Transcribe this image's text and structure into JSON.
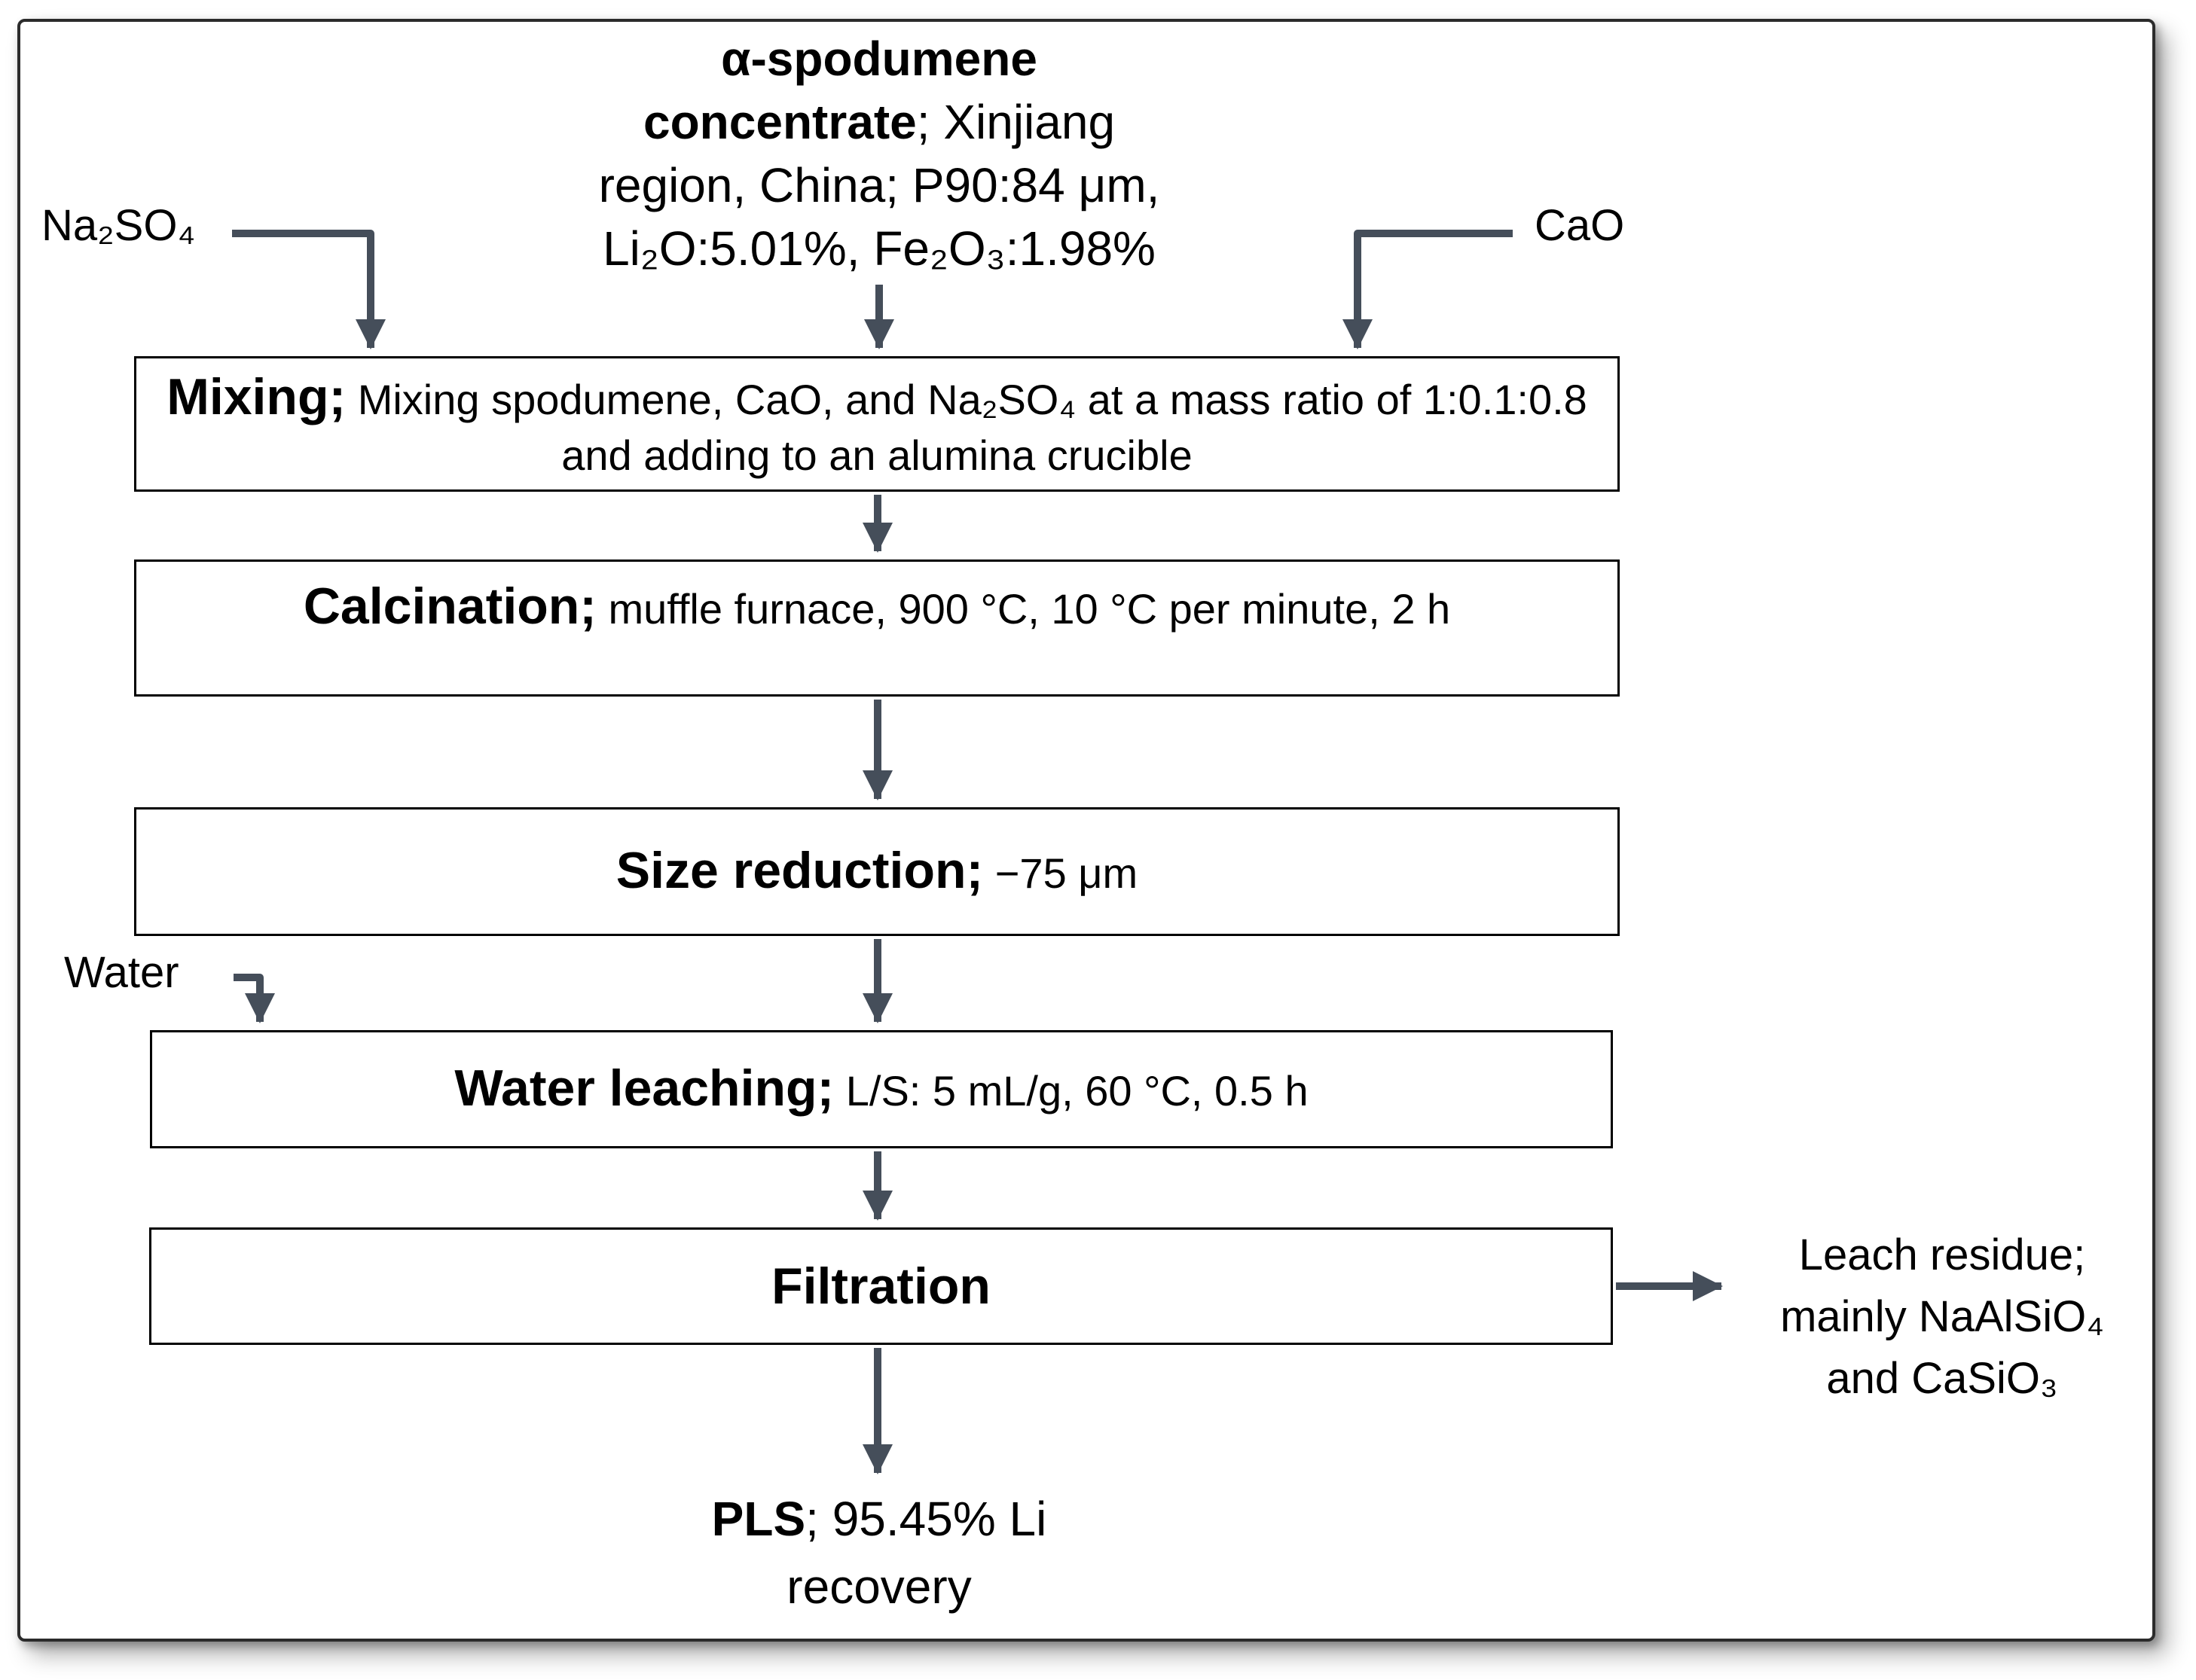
{
  "flowchart": {
    "feed": {
      "line1_bold": "α-spodumene",
      "line2_bold": "concentrate",
      "line2_rest": "; Xinjiang",
      "line3": "region, China; P90:84 μm,",
      "line4": "Li₂O:5.01%, Fe₂O₃:1.98%"
    },
    "inputs": {
      "na2so4": "Na₂SO₄",
      "cao": "CaO",
      "water": "Water"
    },
    "steps": [
      {
        "title": "Mixing;",
        "detail": " Mixing spodumene, CaO, and Na₂SO₄ at a mass ratio of 1:0.1:0.8 and adding to an alumina crucible"
      },
      {
        "title": "Calcination;",
        "detail": " muffle furnace, 900 °C, 10 °C per minute, 2 h"
      },
      {
        "title": "Size reduction;",
        "detail": " −75 μm"
      },
      {
        "title": "Water leaching;",
        "detail": " L/S: 5 mL/g, 60 °C, 0.5 h"
      },
      {
        "title": "Filtration",
        "detail": ""
      }
    ],
    "outputs": {
      "residue_line1": "Leach residue;",
      "residue_line2": "mainly NaAlSiO₄",
      "residue_line3": "and CaSiO₃",
      "pls_line1_bold": "PLS",
      "pls_line1_rest": "; 95.45% Li",
      "pls_line2": "recovery"
    },
    "colors": {
      "arrow": "#454e5a",
      "box_border": "#000000",
      "frame_border": "#2b2b2b"
    }
  }
}
